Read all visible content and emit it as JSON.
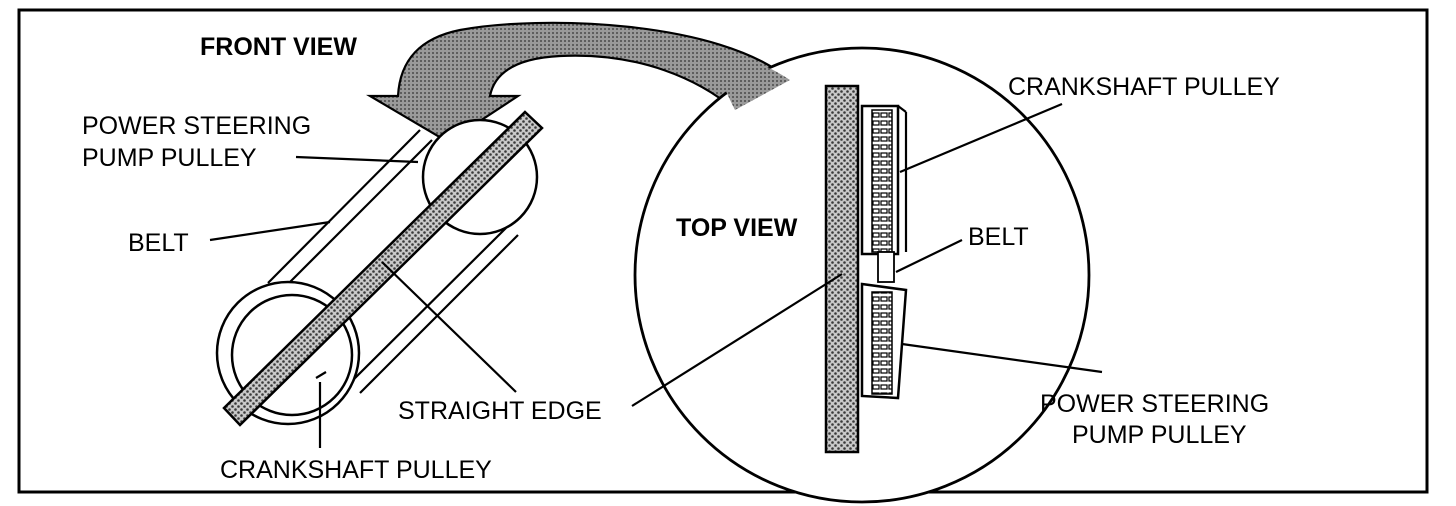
{
  "front_view": {
    "heading": "FRONT VIEW",
    "label_ps_pulley_line1": "POWER STEERING",
    "label_ps_pulley_line2": "PUMP PULLEY",
    "label_belt": "BELT",
    "label_straight_edge": "STRAIGHT EDGE",
    "label_crankshaft_pulley": "CRANKSHAFT PULLEY"
  },
  "top_view": {
    "heading": "TOP VIEW",
    "label_crankshaft_pulley": "CRANKSHAFT PULLEY",
    "label_belt": "BELT",
    "label_ps_pulley_line1": "POWER STEERING",
    "label_ps_pulley_line2": "PUMP PULLEY"
  },
  "colors": {
    "ink": "#000000",
    "hatch": "#8a8a8a",
    "arrow_fill": "#707070",
    "background": "#ffffff"
  }
}
